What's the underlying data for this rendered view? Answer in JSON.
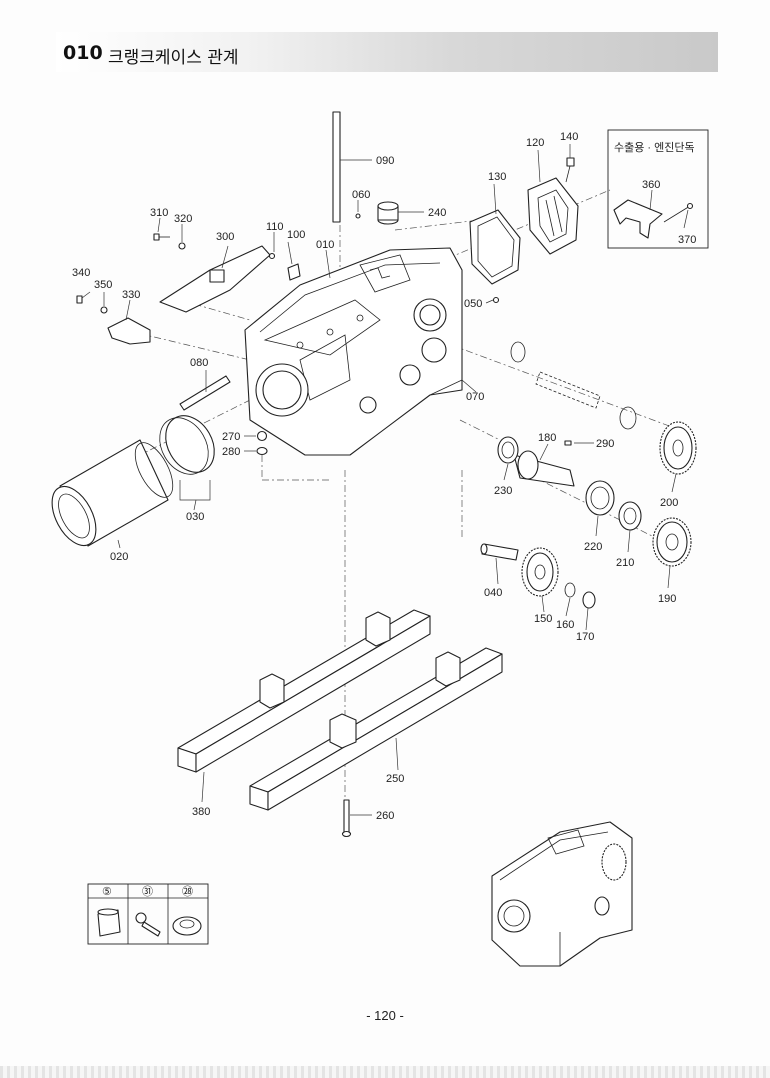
{
  "header": {
    "code": "010",
    "title": "크랭크케이스 관계"
  },
  "inset": {
    "title": "수출용 · 엔진단독"
  },
  "parts": {
    "p010": "010",
    "p020": "020",
    "p030": "030",
    "p040": "040",
    "p050": "050",
    "p060": "060",
    "p070": "070",
    "p080": "080",
    "p090": "090",
    "p100": "100",
    "p110": "110",
    "p120": "120",
    "p130": "130",
    "p140": "140",
    "p150": "150",
    "p160": "160",
    "p170": "170",
    "p180": "180",
    "p190": "190",
    "p200": "200",
    "p210": "210",
    "p220": "220",
    "p230": "230",
    "p240": "240",
    "p250": "250",
    "p260": "260",
    "p270": "270",
    "p280": "280",
    "p290": "290",
    "p300": "300",
    "p310": "310",
    "p320": "320",
    "p330": "330",
    "p340": "340",
    "p350": "350",
    "p360": "360",
    "p370": "370",
    "p380": "380"
  },
  "legend": {
    "key1": "⑤",
    "key2": "㉛",
    "key3": "㉘"
  },
  "page_number": "- 120 -"
}
